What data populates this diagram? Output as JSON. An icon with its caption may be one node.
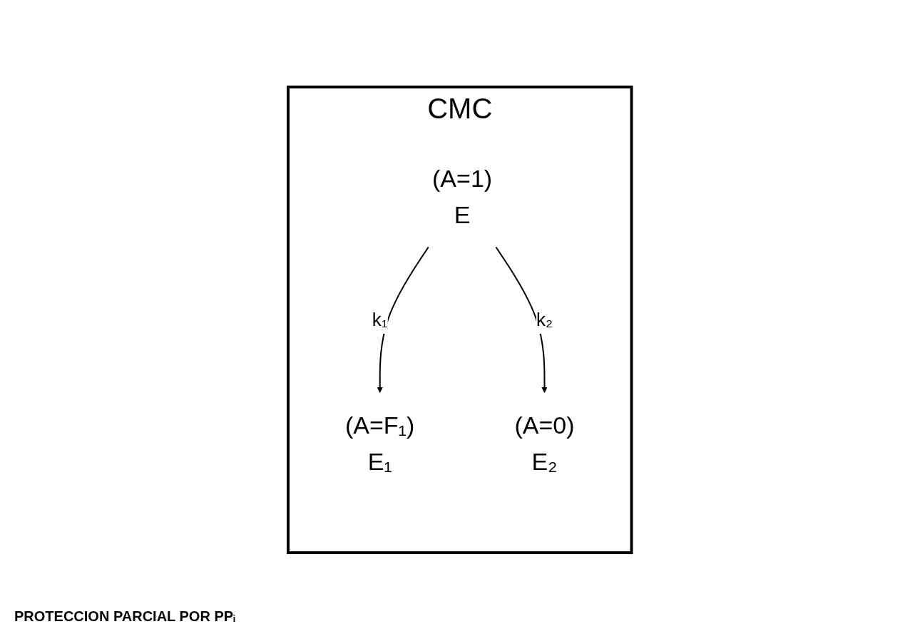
{
  "diagram": {
    "nodes": [
      {
        "text": [
          "CMC"
        ]
      },
      {
        "text": [
          "E"
        ],
        "in": 0,
        "beside": [
          "(A=1)"
        ]
      },
      {
        "text": [
          "E₁"
        ],
        "in": 0,
        "beside": [
          "(A=F₁)"
        ]
      },
      {
        "text": [
          "E₂"
        ],
        "in": 0,
        "beside": [
          "(A=0)"
        ]
      }
    ],
    "edges": [
      {
        "from": 1,
        "to": 2,
        "arrow": "to",
        "label": "k₁"
      },
      {
        "from": 1,
        "to": 3,
        "arrow": "to",
        "label": "k₂"
      }
    ],
    "labels": [
      "PROTECCION PARCIAL POR PPᵢ"
    ]
  }
}
